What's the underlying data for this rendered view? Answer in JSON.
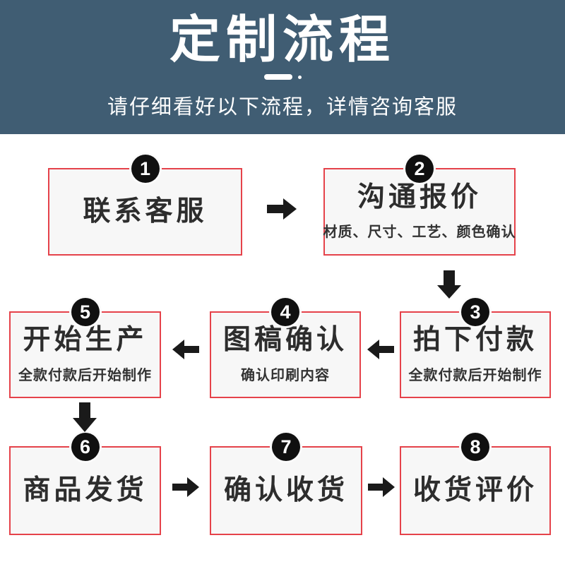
{
  "header": {
    "title": "定制流程",
    "subtitle": "请仔细看好以下流程，详情咨询客服",
    "background_color": "#405d73"
  },
  "colors": {
    "box_border": "#e5424a",
    "box_background": "#f7f7f7",
    "circle_fill": "#101010",
    "arrow_fill": "#1a1a1a",
    "label_text": "#2d2d2d"
  },
  "steps": [
    {
      "number": "1",
      "label": "联系客服",
      "sublabel": ""
    },
    {
      "number": "2",
      "label": "沟通报价",
      "sublabel": "材质、尺寸、工艺、颜色确认"
    },
    {
      "number": "3",
      "label": "拍下付款",
      "sublabel": "全款付款后开始制作"
    },
    {
      "number": "4",
      "label": "图稿确认",
      "sublabel": "确认印刷内容"
    },
    {
      "number": "5",
      "label": "开始生产",
      "sublabel": "全款付款后开始制作"
    },
    {
      "number": "6",
      "label": "商品发货",
      "sublabel": ""
    },
    {
      "number": "7",
      "label": "确认收货",
      "sublabel": ""
    },
    {
      "number": "8",
      "label": "收货评价",
      "sublabel": ""
    }
  ],
  "flow_order": [
    "1",
    "2",
    "3",
    "4",
    "5",
    "6",
    "7",
    "8"
  ]
}
